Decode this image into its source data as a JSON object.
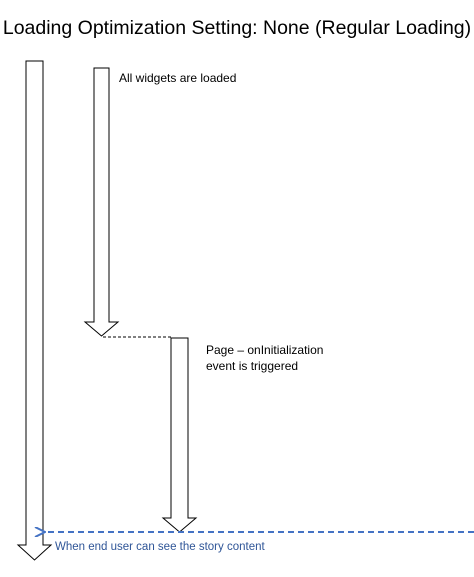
{
  "diagram": {
    "title": "Loading Optimization Setting: None (Regular Loading)",
    "labels": {
      "widgets_loaded": "All widgets are loaded",
      "page_init_line1": "Page – onInitialization",
      "page_init_line2": "event is triggered",
      "end_user": "When end user can see the story content"
    },
    "colors": {
      "arrow_stroke": "#000000",
      "arrow_fill": "#ffffff",
      "dashed_arrow": "#4472c4",
      "end_user_text": "#2f5597"
    }
  }
}
